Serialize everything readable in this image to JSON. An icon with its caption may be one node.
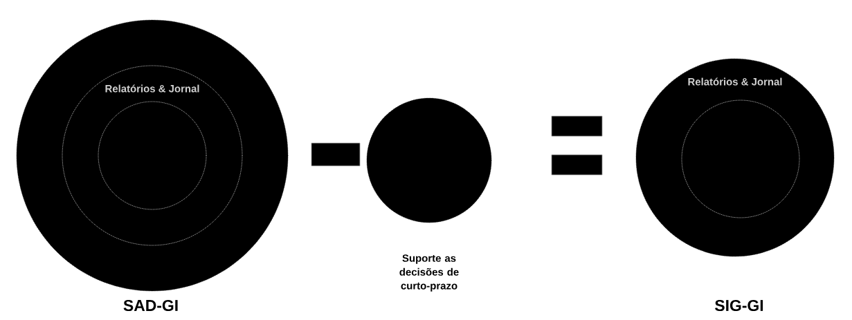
{
  "diagram": {
    "nodes": [
      {
        "text": [
          "Relatórios & Jornal"
        ],
        "beside": [
          "SAD-GI"
        ]
      },
      {
        "text": [],
        "shape": "circle",
        "in": 0
      },
      {
        "text": [],
        "shape": "circle",
        "beside": [
          "Suporte as decisões de curto-prazo"
        ]
      },
      {
        "text": [
          "Relatórios & Jornal"
        ],
        "beside": [
          "SIG-GI"
        ]
      },
      {
        "text": [],
        "shape": "circle",
        "in": 3
      }
    ],
    "edges": []
  }
}
